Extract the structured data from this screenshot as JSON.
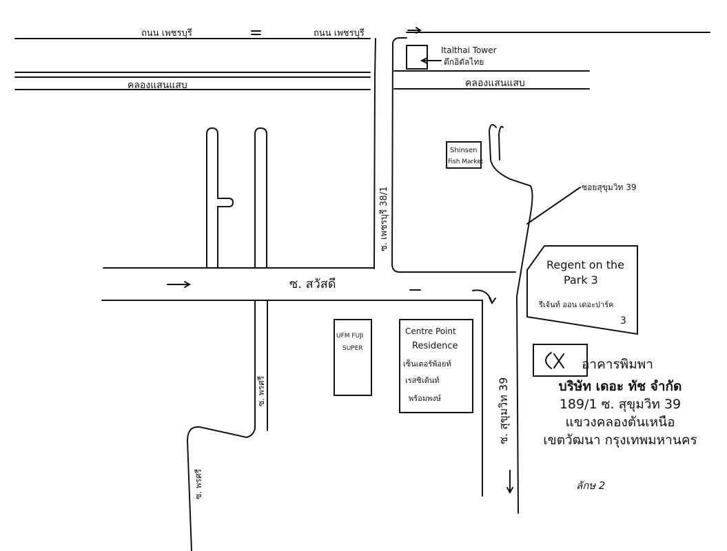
{
  "roads": {
    "phetchaburi_left": "ถนน เพชรบุรี",
    "phetchaburi_right": "ถนน เพชรบุรี",
    "canal_left": "คลองแสนแสบ",
    "canal_right": "คลองแสนแสบ",
    "soi_phetchaburi": "ซ. เพชรบุรี 38/1",
    "sawasdee": "ซ. สวัสดี",
    "prasri_upper": "ซ. พรศรี",
    "prasri_lower": "ซ. พรศรี",
    "sukhumvit39_soi": "ซ. สุขุมวิท 39",
    "sukhumvit39_callout": "ซอยสุขุมวิท 39"
  },
  "landmarks": {
    "italthai_en": "Italthai Tower",
    "italthai_th": "ตึกอิตัลไทย",
    "shinsen_line1": "Shinsen",
    "shinsen_line2": "Fish Market",
    "regent_line1": "Regent on the",
    "regent_line2": "Park 3",
    "regent_line3": "รีเจ้นท์ ออน เดอะปาร์ค",
    "regent_line4": "3",
    "ufm_line1": "UFM FUJI",
    "ufm_line2": "SUPER",
    "centre_line1": "Centre Point",
    "centre_line2": "Residence",
    "centre_line3": "เซ็นเตอร์พ้อยท์",
    "centre_line4": "เรสซิเด้นท์",
    "centre_line5": "พร้อมพงษ์"
  },
  "legend": {
    "building_label": "อาคารพิมพา",
    "icon": "crescent-x-icon"
  },
  "company": {
    "name": "บริษัท เดอะ ทัช จำกัด",
    "address1": "189/1 ซ. สุขุมวิท 39",
    "address2": "แขวงคลองตันเหนือ",
    "address3": "เขตวัฒนา กรุงเทพมหานคร"
  },
  "signature": "ลักษ 2",
  "colors": {
    "ink": "#111111",
    "paper": "#ffffff"
  }
}
